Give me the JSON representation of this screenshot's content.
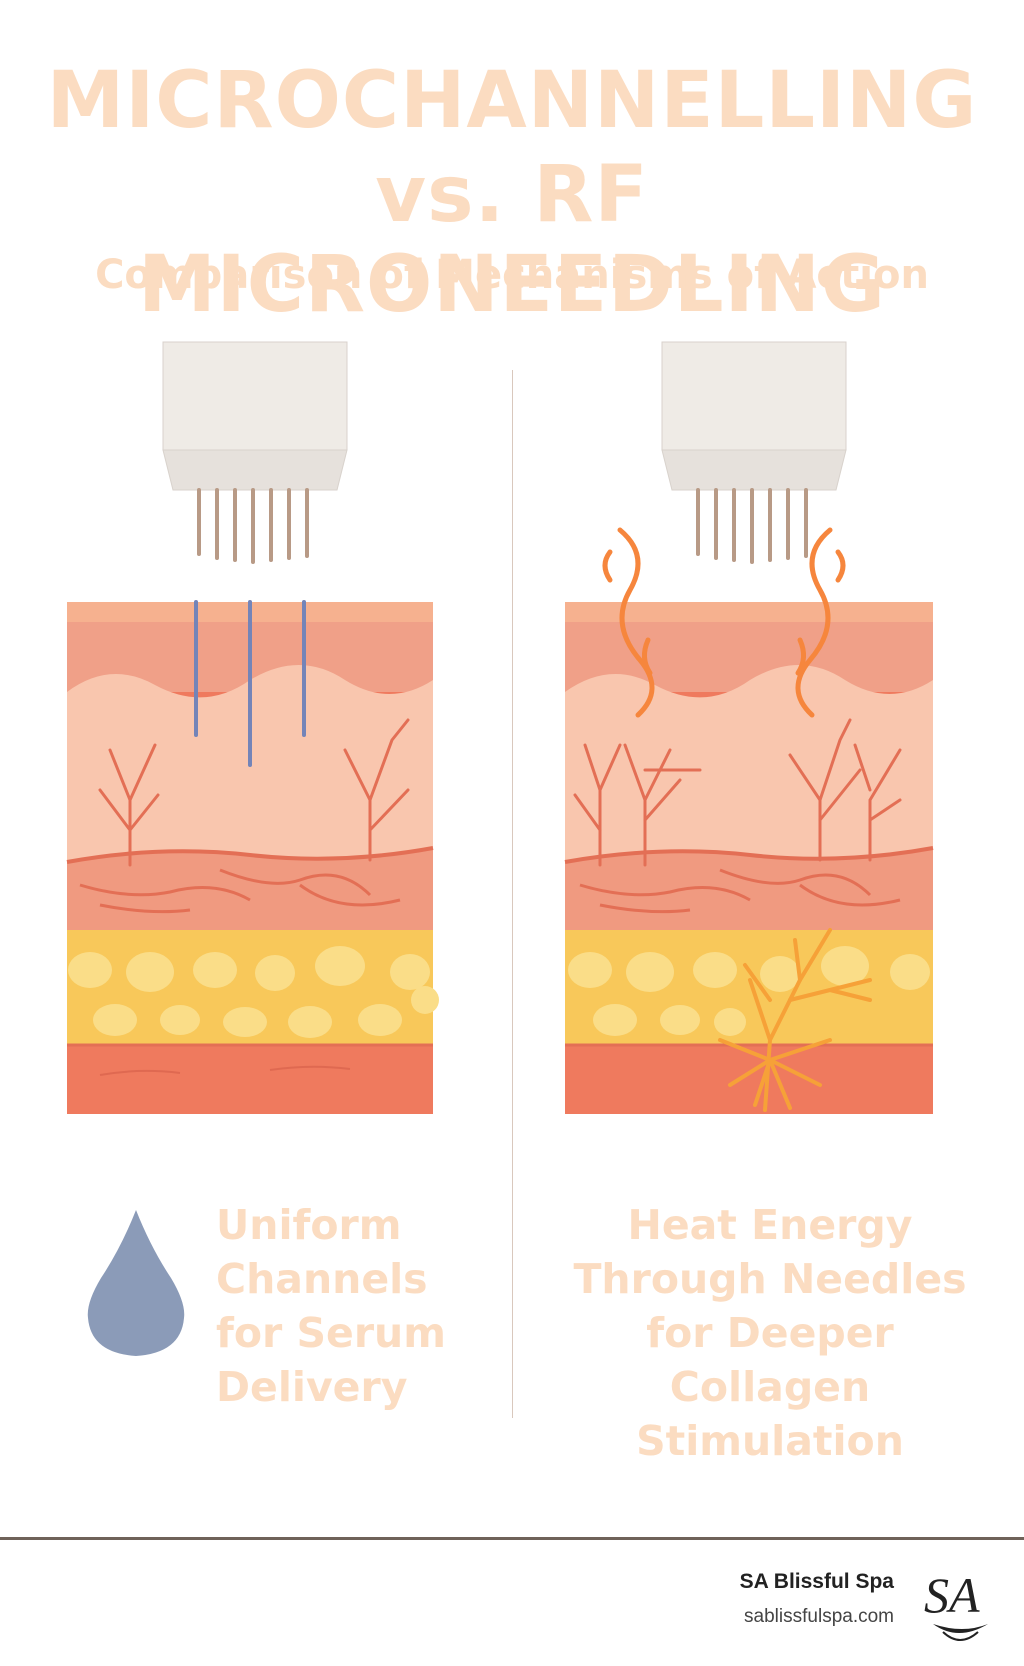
{
  "header": {
    "title_line1": "MICROCHANNELLING",
    "title_line2": "vs. RF MICRONEEDLING",
    "subtitle": "Comparison of Mechanisms of Action"
  },
  "panels": {
    "left": {
      "caption": [
        "Uniform",
        "Channels",
        "for Serum",
        "Delivery"
      ],
      "icon": "water-drop-icon"
    },
    "right": {
      "caption": [
        "Heat Energy",
        "Through Needles",
        "for Deeper Collagen",
        "Stimulation"
      ],
      "icon": "heat-wave-icon"
    }
  },
  "footer": {
    "brand_name": "SA Blissful Spa",
    "brand_url": "sablissfulspa.com",
    "logo_text": "SA"
  },
  "colors": {
    "title": "#fbdcc1",
    "epidermis": "#f0a088",
    "dermis": "#f9c6ae",
    "fat": "#f8c85a",
    "muscle": "#ef7a5e",
    "channel": "#7484b8",
    "heat": "#f6863d",
    "drop": "#8b9bb8"
  }
}
